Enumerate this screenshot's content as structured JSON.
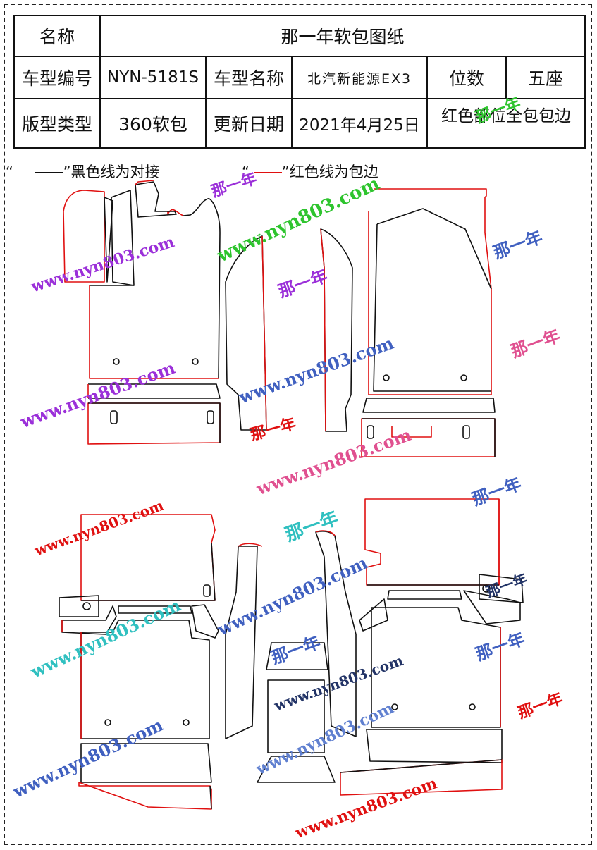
{
  "table": {
    "row1": {
      "label": "名称",
      "value": "那一年软包图纸"
    },
    "row2": {
      "label1": "车型编号",
      "value1": "NYN-5181S",
      "label2": "车型名称",
      "value2": "北汽新能源EX3",
      "label3": "位数",
      "value3": "五座"
    },
    "row3": {
      "label1": "版型类型",
      "value1": "360软包",
      "label2": "更新日期",
      "value2": "2021年4月25日",
      "value3": "红色部位全包包边"
    }
  },
  "legend": {
    "black_open": "“",
    "black_close": "”黑色线为对接",
    "red_open": "“",
    "red_close": "”红色线为包边"
  },
  "watermarks": {
    "url": "www.nyn803.com",
    "brand": "那一年"
  },
  "colors": {
    "black_line": "#111111",
    "red_line": "#e01010",
    "wm_purple": "#9b30d9",
    "wm_green": "#2ec42e",
    "wm_pink": "#e05090",
    "wm_blue": "#4060c0",
    "wm_red": "#e01010",
    "wm_cyan": "#30c0c0"
  }
}
